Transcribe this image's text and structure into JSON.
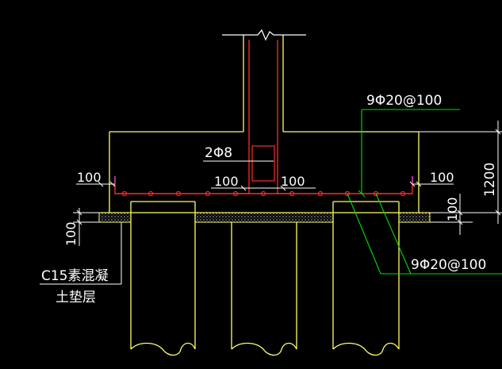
{
  "colors": {
    "background": "#000000",
    "concrete_outline": "#ffff66",
    "rebar": "#ff2a2a",
    "leader_line": "#00e000",
    "dimension_line": "#ffffff",
    "annotation_text": "#ffffff",
    "cushion_hatch": "#bdbdbd",
    "side_rebar": "#cc44ff"
  },
  "labels": {
    "top_rebar": "9Φ20@100",
    "bottom_rebar": "9Φ20@100",
    "stirrup_rebar": "2Φ8",
    "cover_left_inner": "100",
    "cover_right_inner": "100",
    "cover_left_outer": "100",
    "cover_right_outer": "100",
    "cushion_thickness_left": "100",
    "cushion_thickness_right": "100",
    "cap_height": "1200",
    "cushion_material_line1": "C15素混凝",
    "cushion_material_line2": "土垫层"
  }
}
